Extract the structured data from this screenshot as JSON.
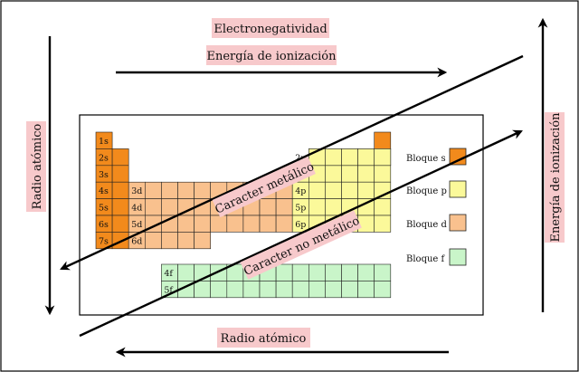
{
  "labels": {
    "electronegatividad": "Electronegatividad",
    "energia_top": "Energía de ionización",
    "energia_right": "Energía de ionización",
    "radio_left": "Radio atómico",
    "radio_bottom": "Radio atómico",
    "caracter_metalico": "Caracter metálico",
    "caracter_no_metalico": "Caracter no metálico"
  },
  "blocks": {
    "s": {
      "rows": [
        "1s",
        "2s",
        "3s",
        "4s",
        "5s",
        "6s",
        "7s"
      ]
    },
    "d": {
      "rows": [
        "3d",
        "4d",
        "5d",
        "6d"
      ]
    },
    "p": {
      "rows": [
        "2p",
        "3p",
        "4p",
        "5p",
        "6p"
      ]
    },
    "f": {
      "rows": [
        "4f",
        "5f"
      ]
    }
  },
  "legend": [
    {
      "label": "Bloque s",
      "color": "#f28a1c"
    },
    {
      "label": "Bloque p",
      "color": "#fbf99a"
    },
    {
      "label": "Bloque d",
      "color": "#f9c18e"
    },
    {
      "label": "Bloque f",
      "color": "#c9f5c9"
    }
  ],
  "colors": {
    "label_bg": "#f7c9cb",
    "grid_line": "#222222",
    "s_block": "#f28a1c",
    "p_block": "#fbf99a",
    "d_block": "#f9c18e",
    "f_block": "#c9f5c9"
  }
}
